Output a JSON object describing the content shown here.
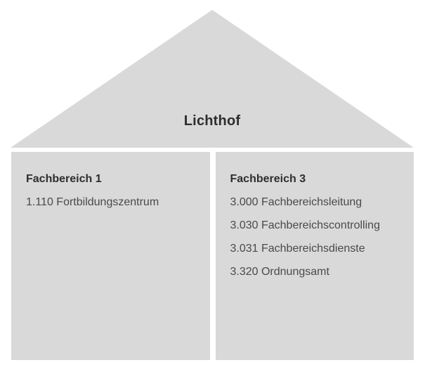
{
  "diagram": {
    "type": "house-organization-diagram",
    "roof": {
      "label": "Lichthof"
    },
    "columns": [
      {
        "title": "Fachbereich 1",
        "items": [
          "1.110 Fortbildungszentrum"
        ]
      },
      {
        "title": "Fachbereich 3",
        "items": [
          "3.000 Fachbereichsleitung",
          "3.030 Fachbereichscontrolling",
          "3.031 Fachbereichsdienste",
          "3.320 Ordnungsamt"
        ]
      }
    ],
    "colors": {
      "shape_fill": "#d9d9d9",
      "heading_text": "#2e2e2e",
      "item_text": "#4a4a4a",
      "background": "#ffffff"
    }
  }
}
